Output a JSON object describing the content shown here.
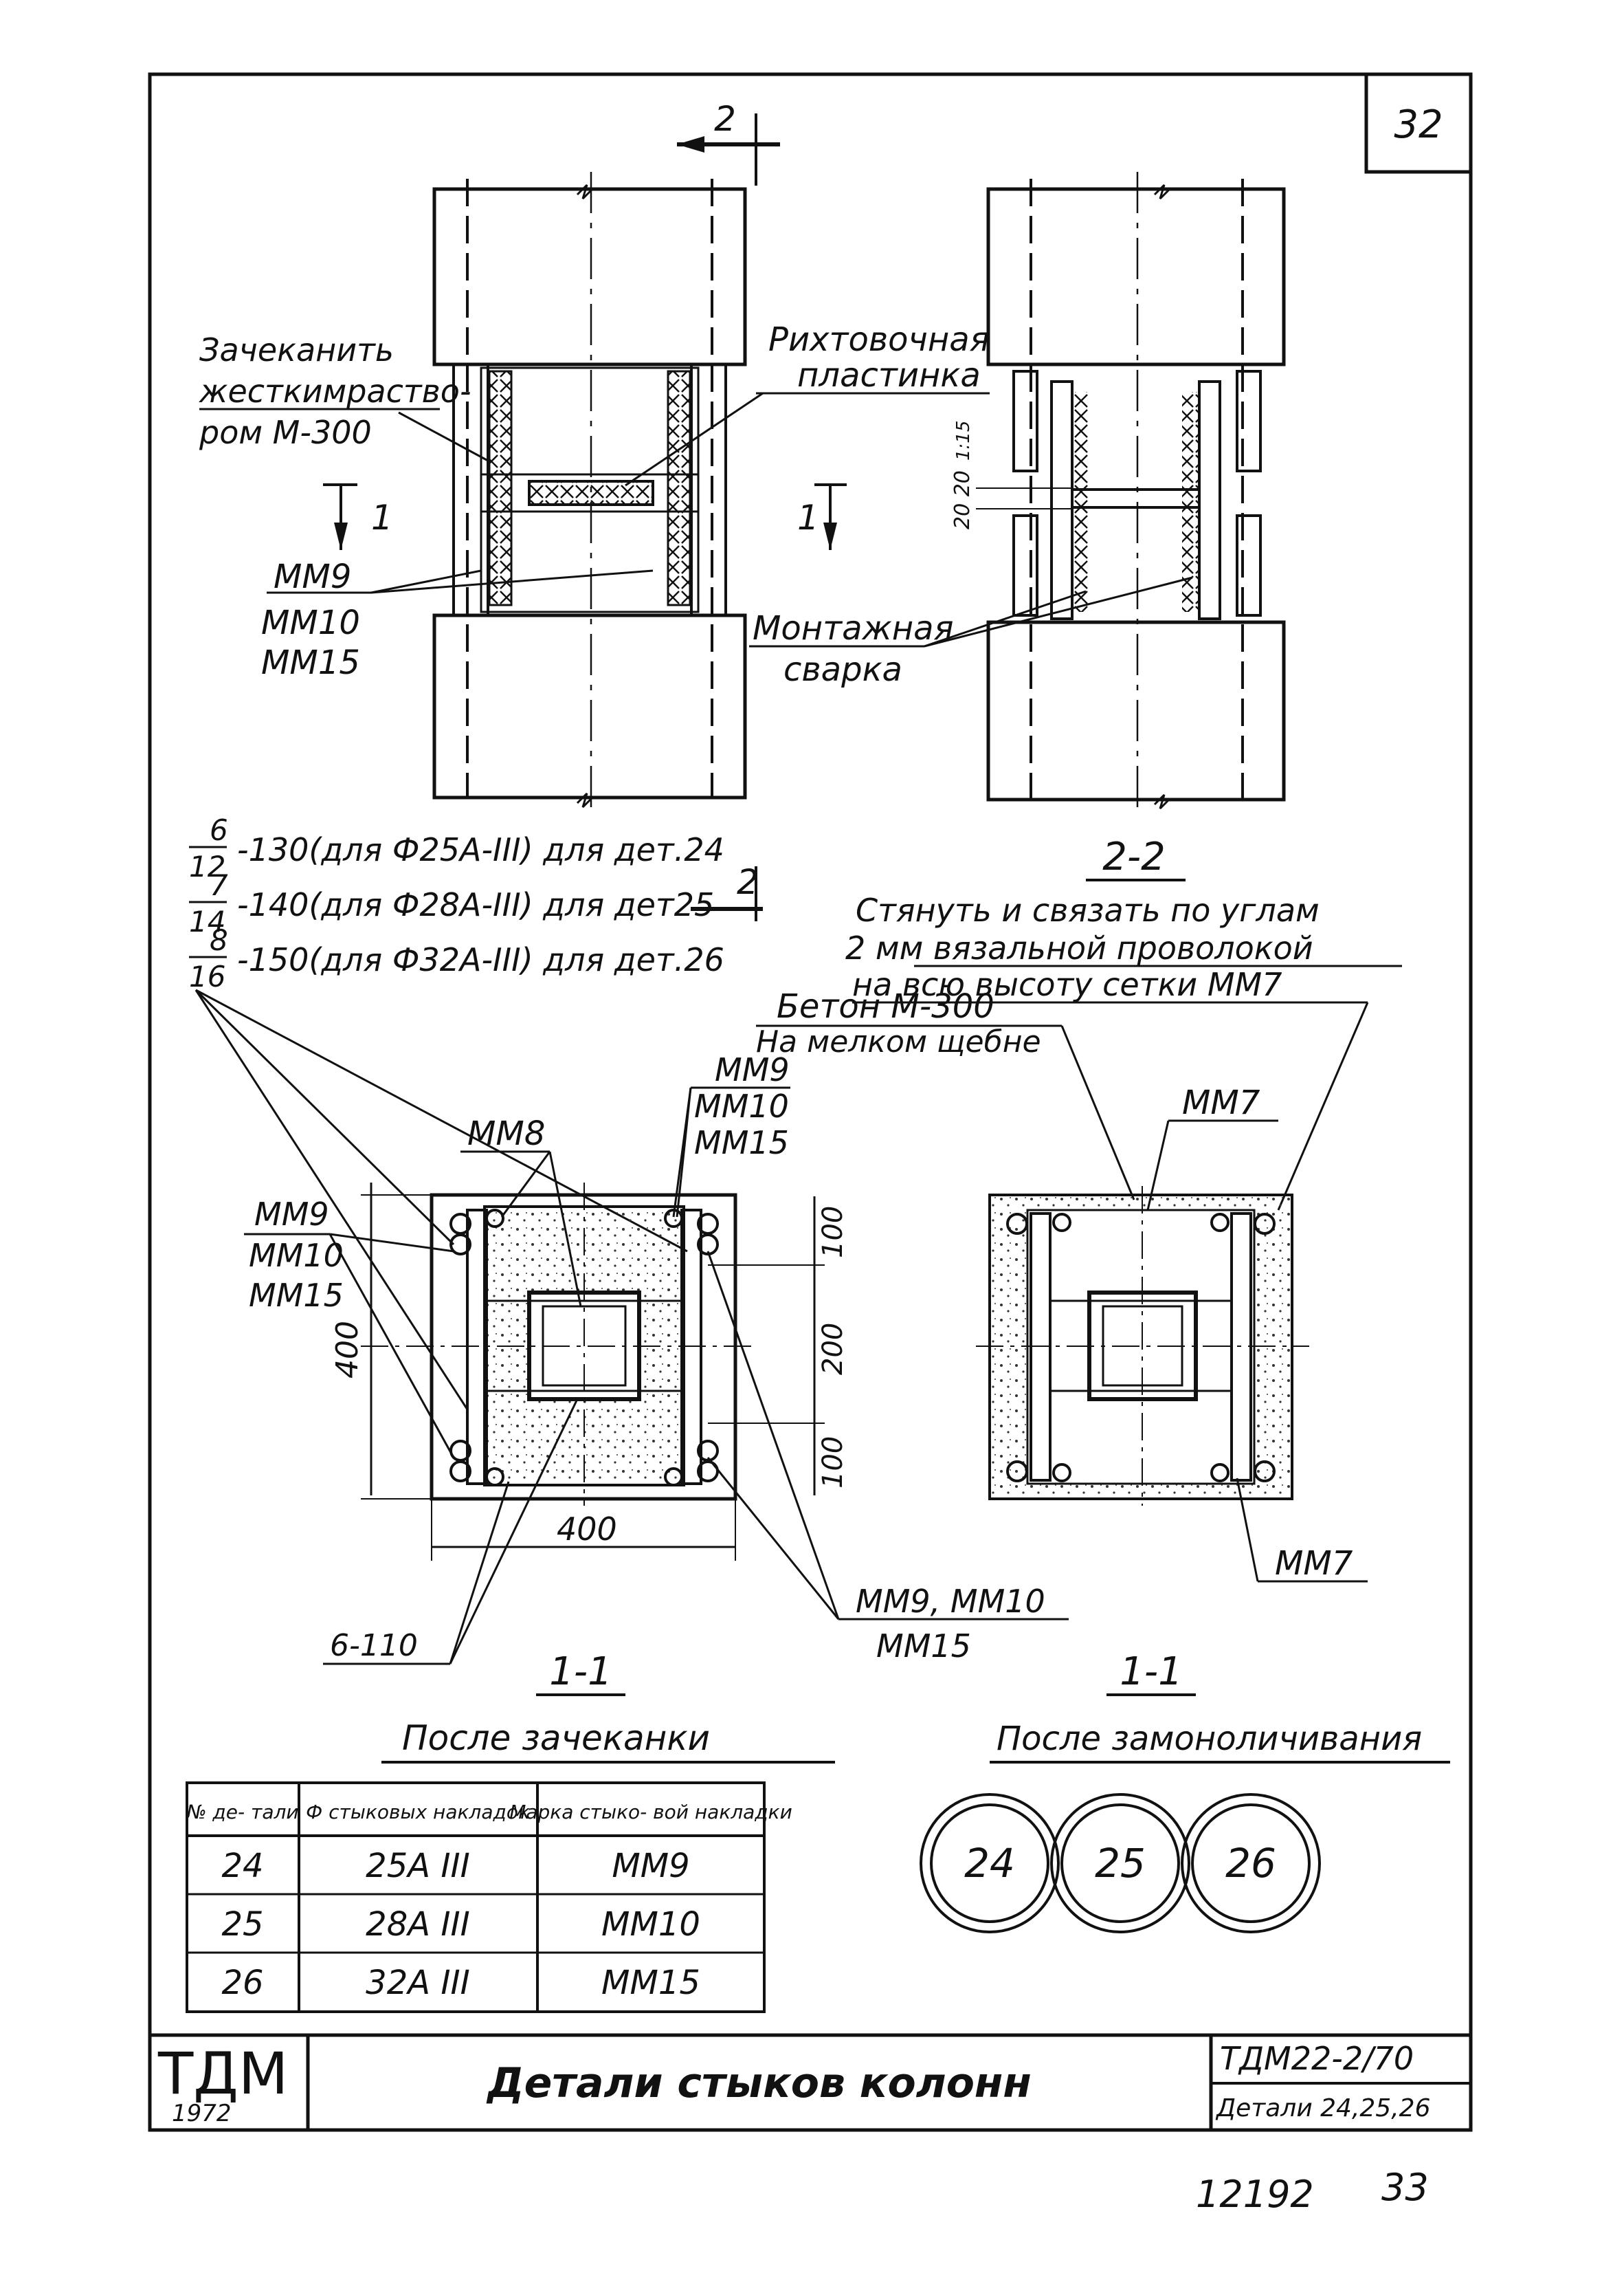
{
  "sheet_number": "32",
  "labels": {
    "section_mark_top": "2",
    "section_mark_left": "1",
    "section_mark_mid": "1",
    "caulk_note": [
      "Зачеканить",
      "жесткимраство-",
      "ром М-300"
    ],
    "shim_note": [
      "Рихтовочная",
      "пластинка"
    ],
    "mesh_left": [
      "ММ9",
      "ММ10",
      "ММ15"
    ],
    "weld_note": [
      "Монтажная",
      "сварка"
    ],
    "dim_2020": "20 20",
    "dim_115": "1:15"
  },
  "rebar_notes": [
    {
      "num": "6",
      "den": "12",
      "text": "-130(для Ф25А-ІІІ) для дет.24"
    },
    {
      "num": "7",
      "den": "14",
      "text": "-140(для Ф28А-ІІІ) для дет25"
    },
    {
      "num": "8",
      "den": "16",
      "text": "-150(для Ф32А-ІІІ) для дет.26"
    }
  ],
  "section_mark_right": "2",
  "section_2_2": {
    "title": "2-2",
    "note": [
      "Стянуть и связать по углам",
      "2 мм вязальной проволокой",
      "на всю высоту сетки ММ7"
    ]
  },
  "section_1_1_left": {
    "mm8": "ММ8",
    "mm_top": [
      "ММ9",
      "ММ10",
      "ММ15"
    ],
    "mm_left": [
      "ММ9",
      "ММ10",
      "ММ15"
    ],
    "dim_400_v": "400",
    "dim_400_h": "400",
    "dim_100_top": "100",
    "dim_200": "200",
    "dim_100_bot": "100",
    "dim_6110": "6-110",
    "mm_bottom": [
      "ММ9, ММ10",
      "ММ15"
    ],
    "title": "1-1",
    "subtitle": "После зачеканки"
  },
  "section_1_1_right": {
    "concrete_note": [
      "Бетон М-300",
      "На мелком щебне"
    ],
    "mm7_top": "ММ7",
    "mm7_bottom": "ММ7",
    "title": "1-1",
    "subtitle": "После замоноличивания"
  },
  "table": {
    "headers": [
      "№ де- тали",
      "Ф стыковых накладок",
      "Марка стыко- вой накладки"
    ],
    "rows": [
      [
        "24",
        "25А ІІІ",
        "ММ9"
      ],
      [
        "25",
        "28А ІІІ",
        "ММ10"
      ],
      [
        "26",
        "32А ІІІ",
        "ММ15"
      ]
    ]
  },
  "detail_circles": [
    "24",
    "25",
    "26"
  ],
  "title_block": {
    "org": "ТДМ",
    "year": "1972",
    "title": "Детали стыков колонн",
    "series": "ТДМ22-2/70",
    "details": "Детали 24,25,26"
  },
  "footer": {
    "archive_no": "12192",
    "page_no": "33"
  }
}
